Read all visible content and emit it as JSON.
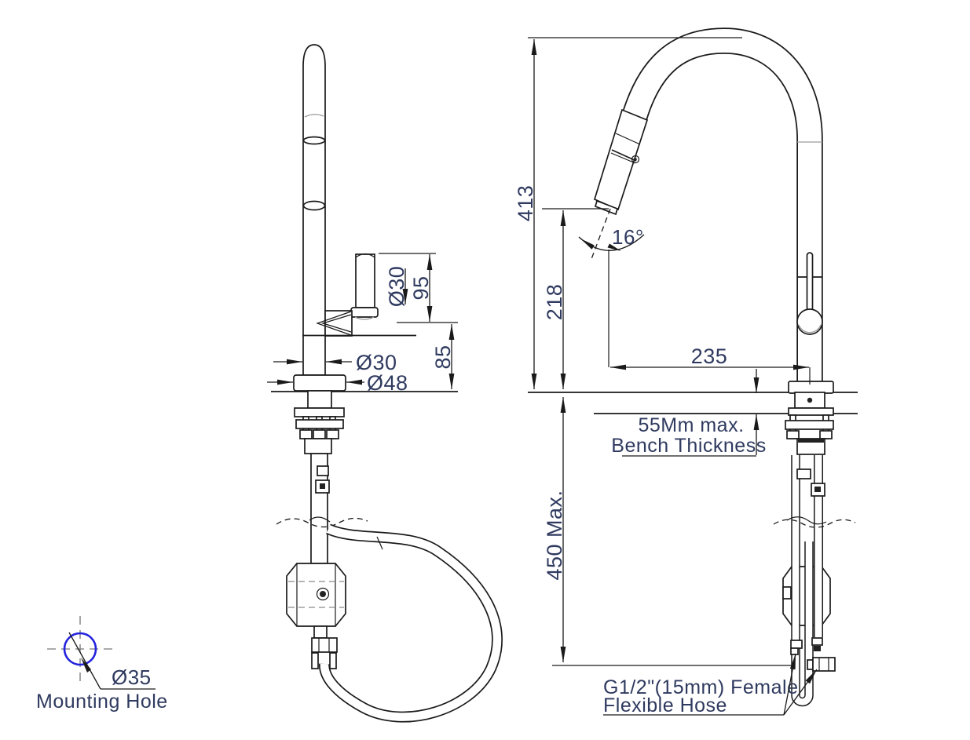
{
  "drawing": {
    "title": "Pull-out kitchen mixer tap dimension drawing",
    "colors": {
      "line": "#1a1a1a",
      "dimension_text": "#2f3a5f",
      "mounting_hole_circle": "#2323dd",
      "detail_grey": "#9a9a9a"
    },
    "left_view": {
      "dims": {
        "handle_diameter": "Ø30",
        "handle_height": "95",
        "base_height": "85",
        "tube_diameter": "Ø30",
        "flange_diameter": "Ø48"
      }
    },
    "right_view": {
      "dims": {
        "overall_height": "413",
        "spout_height": "218",
        "spout_reach": "235",
        "spout_angle": "16°",
        "under_bench_max": "450 Max."
      },
      "notes": {
        "bench_line1": "55Mm max.",
        "bench_line2": "Bench Thickness",
        "hose_line1": "G1/2\"(15mm) Female",
        "hose_line2": "Flexible Hose"
      }
    },
    "mounting_hole_detail": {
      "diameter": "Ø35",
      "label": "Mounting Hole"
    }
  }
}
